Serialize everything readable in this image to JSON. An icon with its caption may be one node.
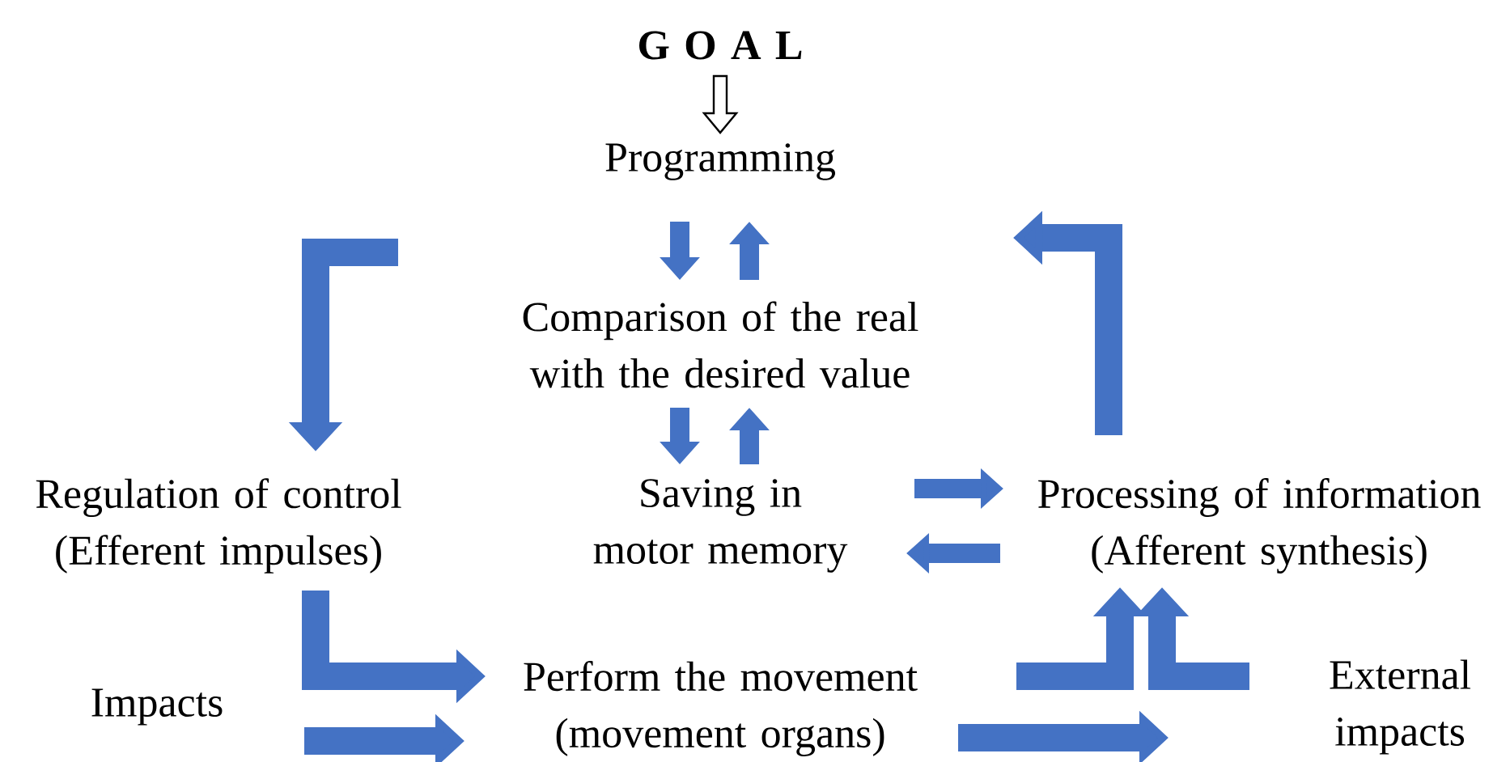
{
  "diagram": {
    "nodes": [
      {
        "text": [
          "G O A L"
        ]
      },
      {
        "text": [
          "Programming"
        ]
      },
      {
        "text": [
          "Comparison of the real with the desired value"
        ]
      },
      {
        "text": [
          "Saving in motor memory"
        ]
      },
      {
        "text": [
          "Regulation of control (Efferent impulses)"
        ]
      },
      {
        "text": [
          "Processing of information (Afferent synthesis)"
        ]
      },
      {
        "text": [
          "Impacts"
        ]
      },
      {
        "text": [
          "Perform the movement (movement organs)"
        ]
      },
      {
        "text": [
          "External impacts"
        ]
      }
    ],
    "edges": [
      {
        "from": 0,
        "to": 1,
        "arrow": "to",
        "color": "#000000"
      },
      {
        "from": 1,
        "to": 2,
        "arrow": "to"
      },
      {
        "from": 2,
        "to": 1,
        "arrow": "to"
      },
      {
        "from": 2,
        "to": 3,
        "arrow": "to"
      },
      {
        "from": 3,
        "to": 2,
        "arrow": "to"
      },
      {
        "from": 3,
        "to": 5,
        "arrow": "to"
      },
      {
        "from": 5,
        "to": 3,
        "arrow": "to"
      },
      {
        "from": 5,
        "to": null,
        "arrow": "to"
      },
      {
        "from": null,
        "to": 4,
        "arrow": "to"
      },
      {
        "from": 4,
        "to": 7,
        "arrow": "to"
      },
      {
        "from": 6,
        "to": 7,
        "arrow": "to"
      },
      {
        "from": 7,
        "to": 5,
        "arrow": "to"
      },
      {
        "from": 8,
        "to": 5,
        "arrow": "to"
      },
      {
        "from": 7,
        "to": null,
        "arrow": "to"
      }
    ]
  }
}
